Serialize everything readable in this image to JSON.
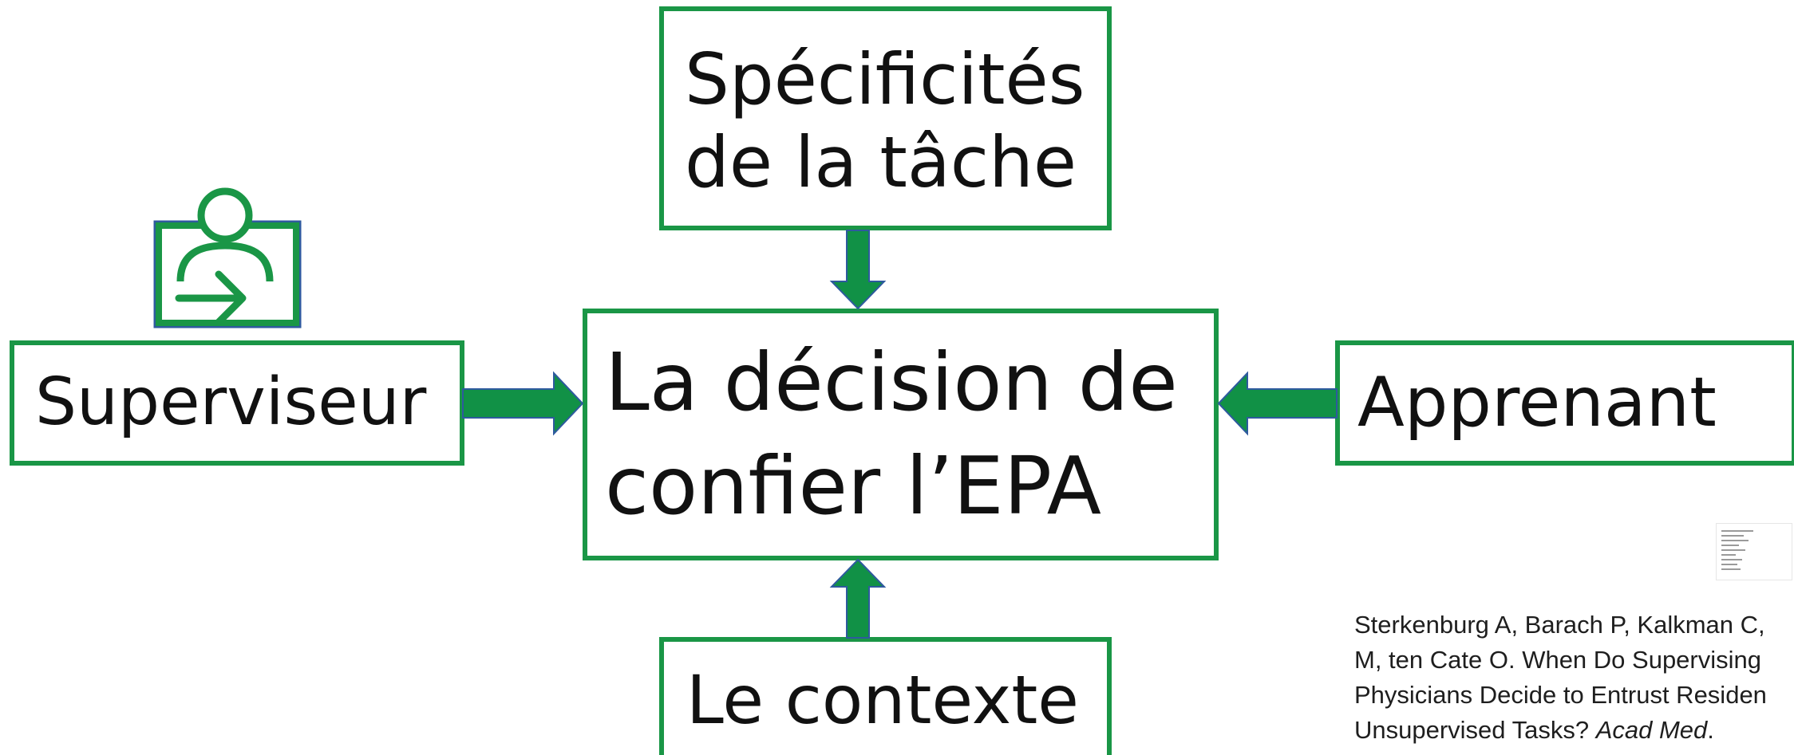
{
  "colors": {
    "box_border": "#1a9646",
    "arrow_fill": "#119146",
    "arrow_outline": "#2e5a9e",
    "icon_stroke": "#1a9646",
    "icon_outline": "#2e5a9e"
  },
  "diagram": {
    "center": {
      "label": "La décision de\nconfier l’EPA"
    },
    "top": {
      "label": "Spécificités\nde la tâche"
    },
    "left": {
      "label": "Superviseur",
      "icon": "supervisor-icon"
    },
    "right": {
      "label": "Apprenant"
    },
    "bottom": {
      "label": "Le contexte"
    }
  },
  "reference": {
    "line1": "Sterkenburg A, Barach P, Kalkman C,",
    "line2": "M, ten Cate O. When Do Supervising",
    "line3": "Physicians Decide to Entrust Residen",
    "line4_prefix": "Unsupervised Tasks? ",
    "line4_journal": "Acad Med",
    "line4_suffix": "."
  },
  "thumbnail": {
    "icon": "document-thumbnail-icon"
  }
}
